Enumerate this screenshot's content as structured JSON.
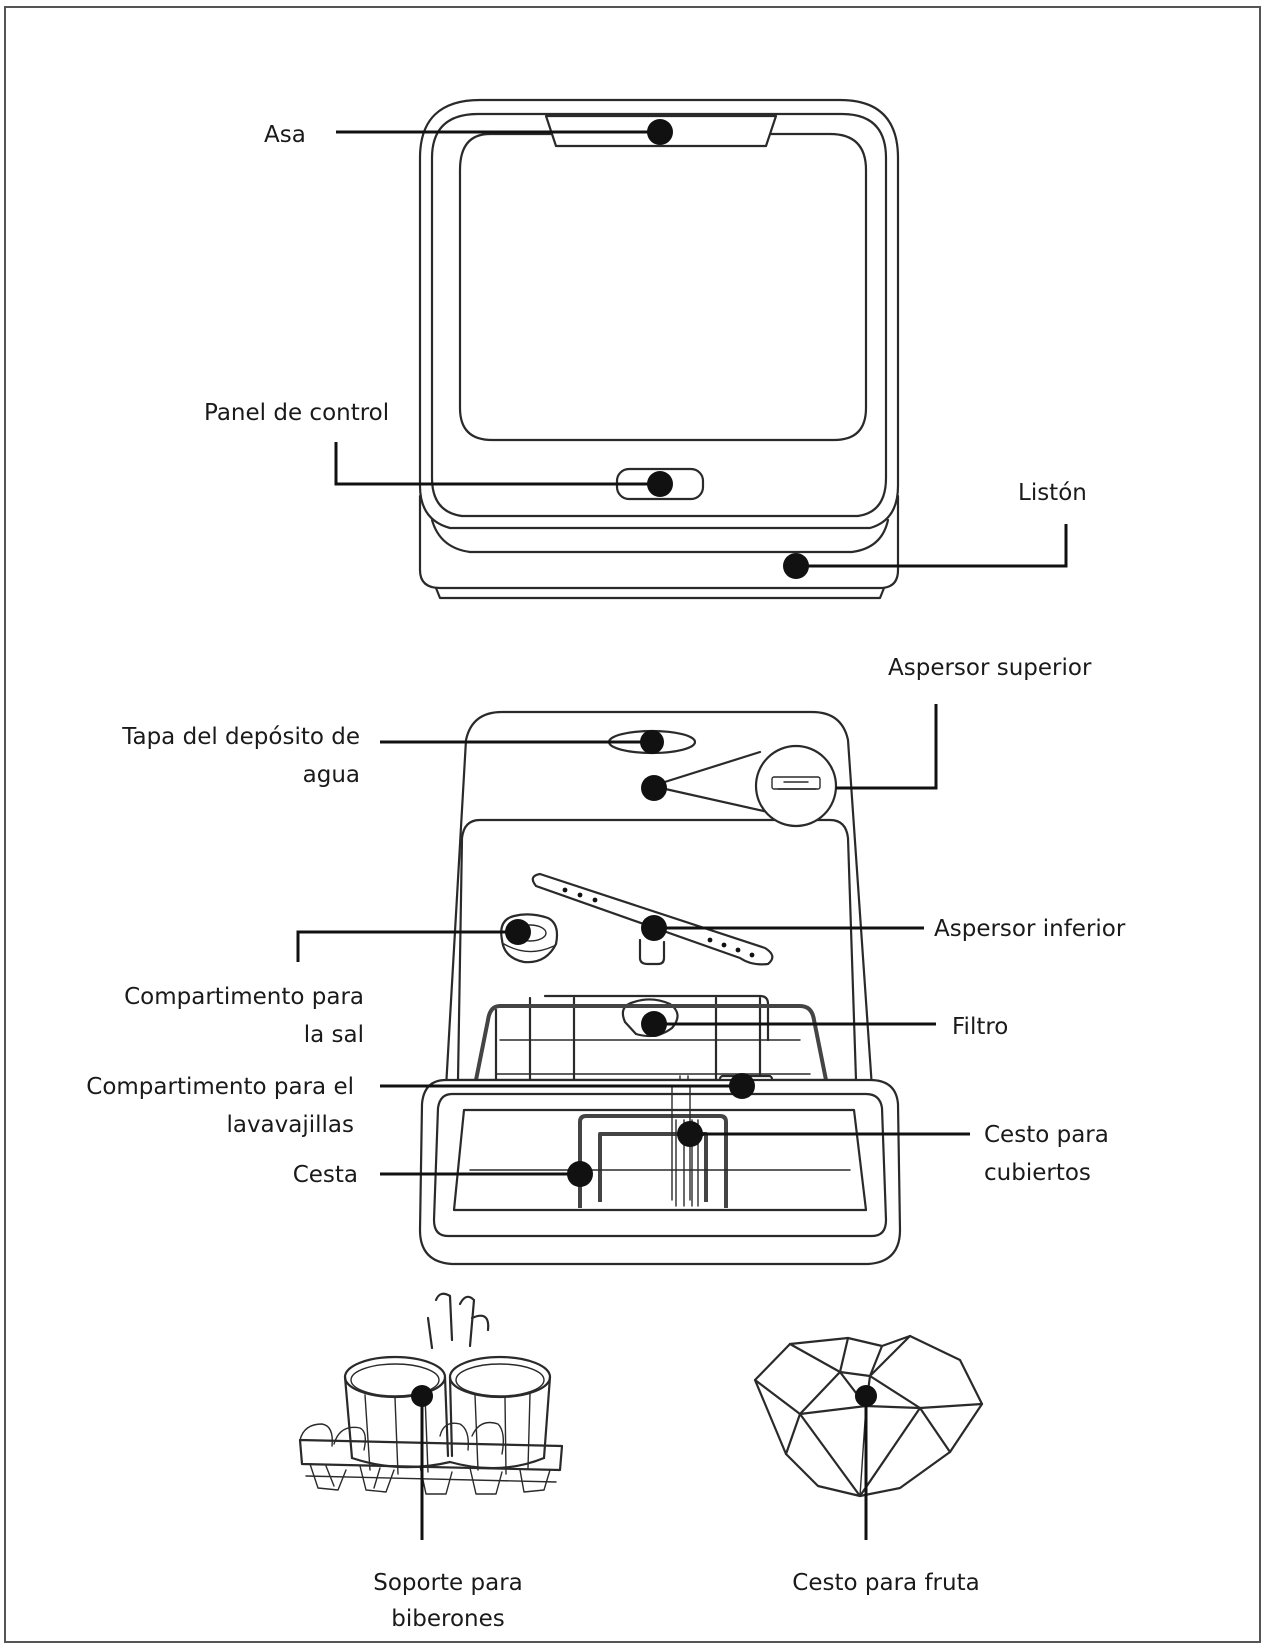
{
  "labels": {
    "asa": "Asa",
    "panel_control": "Panel de control",
    "liston": "Listón",
    "aspersor_superior": "Aspersor superior",
    "tapa_deposito_1": "Tapa del depósito de",
    "tapa_deposito_2": "agua",
    "aspersor_inferior": "Aspersor inferior",
    "comp_sal_1": "Compartimento para",
    "comp_sal_2": "la sal",
    "filtro": "Filtro",
    "comp_lava_1": "Compartimento para el",
    "comp_lava_2": "lavavajillas",
    "cesta": "Cesta",
    "cesto_cub_1": "Cesto para",
    "cesto_cub_2": "cubiertos",
    "soporte_1": "Soporte para",
    "soporte_2": "biberones",
    "cesto_fruta": "Cesto para fruta"
  },
  "colors": {
    "line": "#111111",
    "outline": "#2a2a2a",
    "frame": "#555555",
    "background": "#ffffff"
  }
}
